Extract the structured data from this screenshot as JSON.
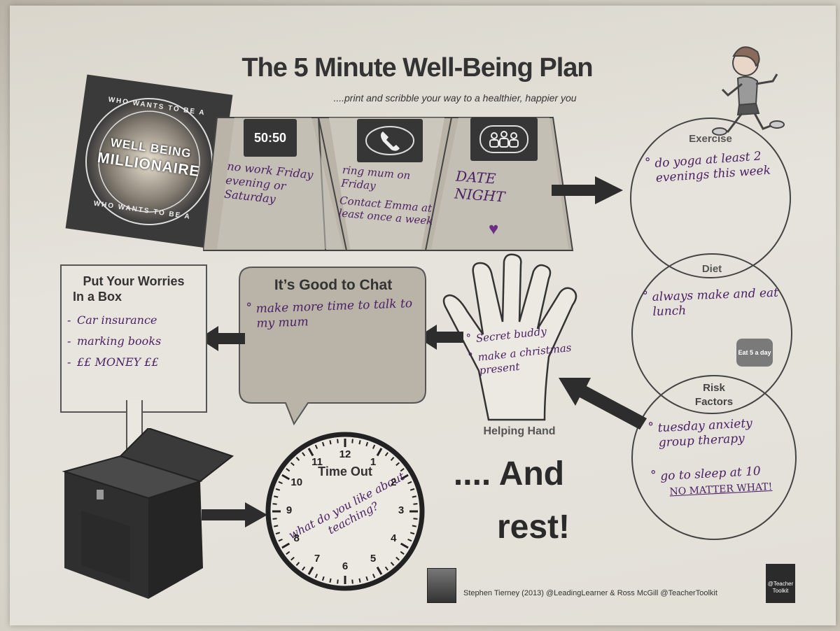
{
  "header": {
    "title": "The 5 Minute Well-Being Plan",
    "subtitle": "....print and scribble your way to a healthier, happier you"
  },
  "millionaire": {
    "ring_top": "WHO WANTS TO BE A",
    "line1": "WELL BEING",
    "line2": "MILLIONAIRE",
    "ring_bottom": "WHO WANTS TO BE A"
  },
  "lifelines": [
    {
      "icon": "fifty-fifty",
      "icon_label": "50:50",
      "notes": [
        "no work Friday evening or Saturday"
      ]
    },
    {
      "icon": "phone",
      "icon_label": "",
      "notes": [
        "ring mum on Friday",
        "Contact Emma at least once a week"
      ]
    },
    {
      "icon": "audience",
      "icon_label": "",
      "notes": [
        "DATE NIGHT"
      ]
    }
  ],
  "exercise": {
    "title": "Exercise",
    "notes": [
      "do yoga at least 2 evenings this week"
    ]
  },
  "diet": {
    "title": "Diet",
    "notes": [
      "always make and eat lunch"
    ],
    "badge": "Eat 5 a day"
  },
  "risk": {
    "title_line1": "Risk",
    "title_line2": "Factors",
    "notes": [
      "tuesday anxiety group therapy",
      "go to sleep at 10"
    ],
    "emphasis": "NO MATTER WHAT!"
  },
  "worries": {
    "title_line1": "Put Your Worries",
    "title_line2": "In a Box",
    "items": [
      "Car insurance",
      "marking books",
      "££ MONEY ££"
    ]
  },
  "chat": {
    "title": "It’s Good to Chat",
    "notes": [
      "make more time to talk to my mum"
    ]
  },
  "helping_hand": {
    "label": "Helping Hand",
    "notes": [
      "Secret buddy",
      "make a christmas present"
    ]
  },
  "clock": {
    "title": "Time Out",
    "note": "what do you like about teaching?",
    "numbers": [
      "12",
      "1",
      "2",
      "3",
      "4",
      "5",
      "6",
      "7",
      "8",
      "9",
      "10",
      "11"
    ]
  },
  "and_rest": {
    "line1": ".... And",
    "line2": "rest!"
  },
  "footer": {
    "credit": "Stephen Tierney (2013) @LeadingLearner & Ross McGill @TeacherToolkit",
    "logo_line1": "@Teacher",
    "logo_line2": "Toolkit"
  },
  "colors": {
    "ink": "#4a1f63",
    "dark": "#363636",
    "paper": "#e4e1d9"
  }
}
